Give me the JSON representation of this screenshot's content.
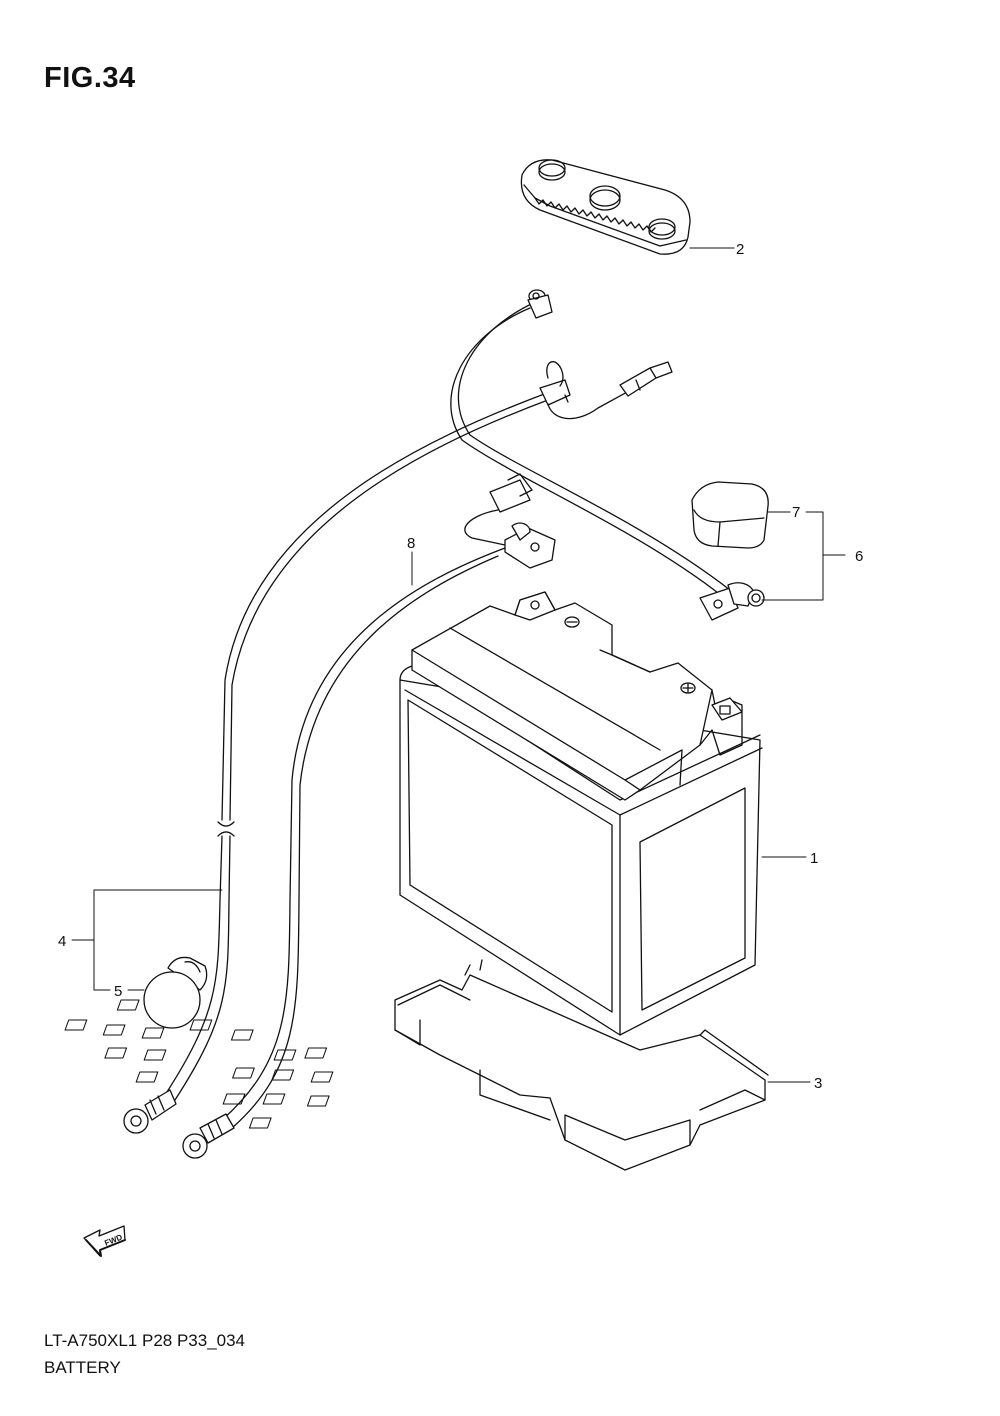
{
  "figure": {
    "title": "FIG.34",
    "code": "LT-A750XL1 P28 P33_034",
    "name": "BATTERY"
  },
  "callouts": {
    "battery": "1",
    "cover": "2",
    "tray": "3",
    "negative_lead": "4",
    "cap": "5",
    "positive_lead": "6",
    "terminal_cover": "7",
    "sub_lead": "8"
  },
  "fwd_label": "FWD",
  "colors": {
    "line": "#111111",
    "background": "#ffffff"
  }
}
